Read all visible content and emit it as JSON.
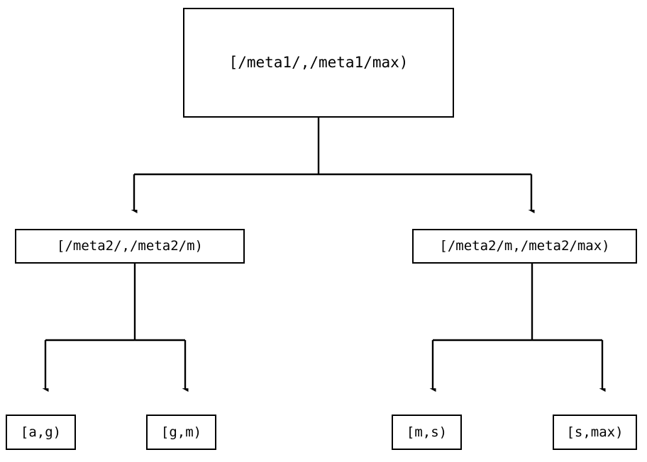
{
  "diagram": {
    "type": "tree",
    "title": "",
    "orientation": "top-down",
    "colors": {
      "stroke": "#000000",
      "fill": "#ffffff",
      "text": "#000000"
    },
    "nodes": {
      "root": {
        "id": "root",
        "label": "[/meta1/,/meta1/max)",
        "level": 0
      },
      "mid_left": {
        "id": "mid-left",
        "label": "[/meta2/,/meta2/m)",
        "level": 1
      },
      "mid_right": {
        "id": "mid-right",
        "label": "[/meta2/m,/meta2/max)",
        "level": 1
      },
      "leaf_ag": {
        "id": "leaf-a-g",
        "label": "[a,g)",
        "level": 2
      },
      "leaf_gm": {
        "id": "leaf-g-m",
        "label": "[g,m)",
        "level": 2
      },
      "leaf_ms": {
        "id": "leaf-m-s",
        "label": "[m,s)",
        "level": 2
      },
      "leaf_smax": {
        "id": "leaf-s-max",
        "label": "[s,max)",
        "level": 2
      }
    },
    "edges": [
      {
        "from": "root",
        "to": "mid_left",
        "arrow": "filled-triangle"
      },
      {
        "from": "root",
        "to": "mid_right",
        "arrow": "filled-triangle"
      },
      {
        "from": "mid_left",
        "to": "leaf_ag",
        "arrow": "filled-triangle"
      },
      {
        "from": "mid_left",
        "to": "leaf_gm",
        "arrow": "filled-triangle"
      },
      {
        "from": "mid_right",
        "to": "leaf_ms",
        "arrow": "filled-triangle"
      },
      {
        "from": "mid_right",
        "to": "leaf_smax",
        "arrow": "filled-triangle"
      }
    ]
  }
}
